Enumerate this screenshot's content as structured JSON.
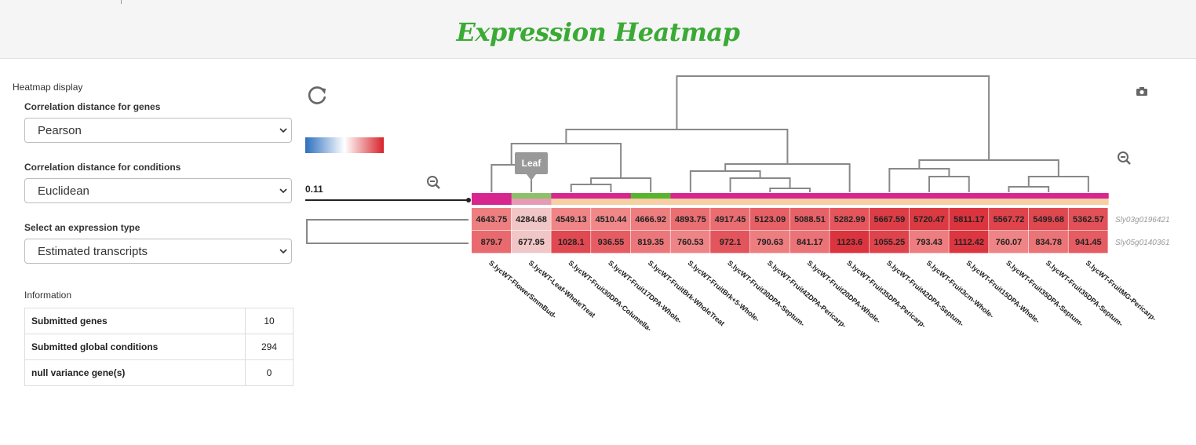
{
  "page": {
    "title": "Expression Heatmap"
  },
  "sidebar": {
    "heatmap_display_label": "Heatmap display",
    "gene_distance": {
      "label": "Correlation distance for genes",
      "value": "Pearson"
    },
    "condition_distance": {
      "label": "Correlation distance for conditions",
      "value": "Euclidean"
    },
    "expression_type": {
      "label": "Select an expression type",
      "value": "Estimated transcripts"
    },
    "information_label": "Information",
    "info_rows": [
      {
        "key": "Submitted genes",
        "value": "10"
      },
      {
        "key": "Submitted global conditions",
        "value": "294"
      },
      {
        "key": "null variance gene(s)",
        "value": "0"
      }
    ]
  },
  "controls": {
    "reset_icon": "refresh-icon",
    "zoom_out_icon": "zoom-out-icon",
    "camera_icon": "camera-icon",
    "scale_value": "0.11",
    "tooltip": "Leaf"
  },
  "colors": {
    "title": "#3aaa35",
    "tissue_magenta": "#d8268f",
    "tissue_leaf": "#8cc16a",
    "tissue_green": "#58b42f",
    "stage_peach": "#f6cfa5",
    "stage_pink": "#e79ab4",
    "dendrogram": "#888888"
  },
  "chart_data": {
    "type": "heatmap",
    "genes": [
      "Sly03g0196421",
      "Sly05g0140361"
    ],
    "conditions": [
      "S.lycWT-FlowerSmmBud-",
      "S.lycWT-Leaf-WholeTreat",
      "S.lycWT-Fruit30DPA-Columella-",
      "S.lycWT-Fruit17DPA-Whole-",
      "S.lycWT-FruitBrk-WholeTreat",
      "S.lycWT-FruitBrk+5-Whole-",
      "S.lycWT-Fruit30DPA-Septum-",
      "S.lycWT-Fruit42DPA-Pericarp-",
      "S.lycWT-Fruit20DPA-Whole-",
      "S.lycWT-Fruit35DPA-Pericarp-",
      "S.lycWT-Fruit42DPA-Septum-",
      "S.lycWT-Fruit3cm-Whole-",
      "S.lycWT-Fruit15DPA-Whole-",
      "S.lycWT-Fruit35DPA-Septum-",
      "S.lycWT-Fruit35DPA-Septum-",
      "S.lycWT-FruitMG-Pericarp-"
    ],
    "values": [
      [
        "4643.75",
        "4284.68",
        "4549.13",
        "4510.44",
        "4666.92",
        "4893.75",
        "4917.45",
        "5123.09",
        "5088.51",
        "5282.99",
        "5667.59",
        "5720.47",
        "5811.17",
        "5567.72",
        "5499.68",
        "5362.57"
      ],
      [
        "879.7",
        "677.95",
        "1028.1",
        "936.55",
        "819.35",
        "760.53",
        "972.1",
        "790.63",
        "841.17",
        "1123.6",
        "1055.25",
        "793.43",
        "1112.42",
        "760.07",
        "834.78",
        "941.45"
      ]
    ],
    "tissue_colors": [
      "#d8268f",
      "#8cc16a",
      "#d8268f",
      "#d8268f",
      "#58b42f",
      "#d8268f",
      "#d8268f",
      "#d8268f",
      "#d8268f",
      "#d8268f",
      "#d8268f",
      "#d8268f",
      "#d8268f",
      "#d8268f",
      "#d8268f",
      "#d8268f"
    ],
    "stage_colors": [
      "#d8268f",
      "#e79ab4",
      "#f6cfa5",
      "#f6cfa5",
      "#f6cfa5",
      "#f6cfa5",
      "#f6cfa5",
      "#f6cfa5",
      "#f6cfa5",
      "#f6cfa5",
      "#f6cfa5",
      "#f6cfa5",
      "#f6cfa5",
      "#f6cfa5",
      "#f6cfa5",
      "#f6cfa5"
    ],
    "highlighted_condition": 1,
    "color_scale": [
      "#2c6fbf",
      "#ffffff",
      "#d8232a"
    ]
  }
}
